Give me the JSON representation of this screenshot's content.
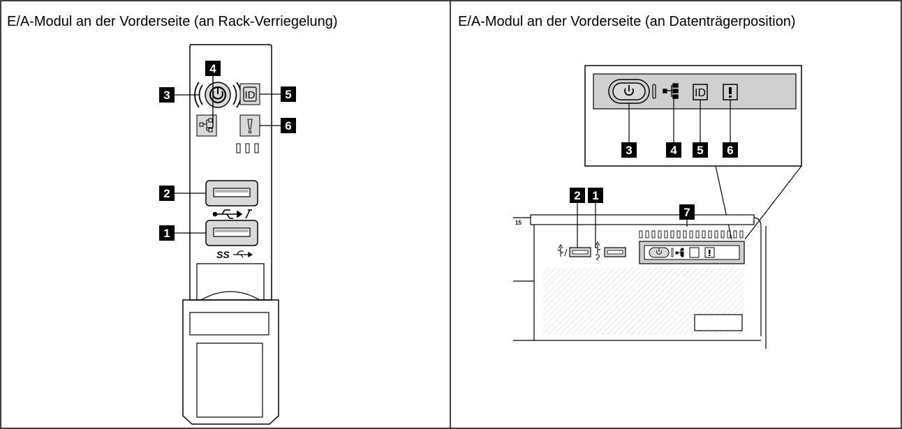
{
  "left_panel": {
    "title": "E/A-Modul an der Vorderseite (an Rack-Verriegelung)",
    "callouts": [
      "1",
      "2",
      "3",
      "4",
      "5",
      "6"
    ],
    "port_labels": {
      "usb2": "⭠⭢ ⁄",
      "usb3": "SS"
    }
  },
  "right_panel": {
    "title": "E/A-Modul an der Vorderseite (an Datenträgerposition)",
    "callouts": [
      "1",
      "2",
      "3",
      "4",
      "5",
      "6",
      "7"
    ],
    "bay_number": "15"
  },
  "colors": {
    "callout_bg": "#000000",
    "callout_text": "#ffffff",
    "button_fill": "#d9d9d9",
    "panel_fill": "#d0d0d0",
    "line": "#000000",
    "hatch": "#cfcfcf"
  },
  "icons": [
    "power-icon",
    "network-icon",
    "id-icon",
    "error-icon",
    "usb-icon",
    "usb3-icon"
  ]
}
